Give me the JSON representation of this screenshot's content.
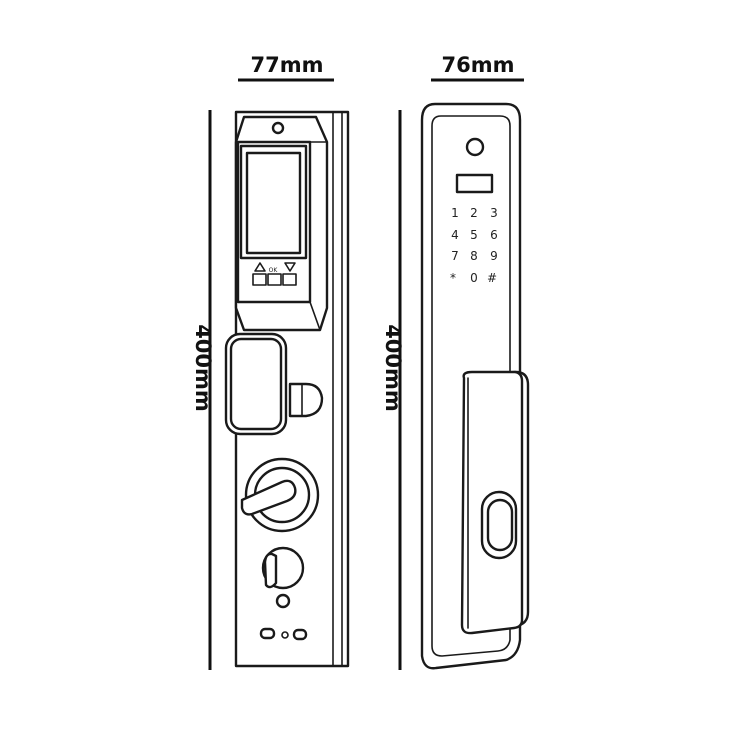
{
  "dimensions": {
    "front_width": "77mm",
    "front_height": "400mm",
    "side_width": "76mm",
    "side_height": "400mm"
  },
  "display": {
    "ok_label": "OK"
  },
  "keypad": {
    "keys": [
      "1",
      "2",
      "3",
      "4",
      "5",
      "6",
      "7",
      "8",
      "9",
      "*",
      "0",
      "#"
    ]
  },
  "icons": {
    "up": "triangle-up-icon",
    "down": "triangle-down-icon"
  }
}
